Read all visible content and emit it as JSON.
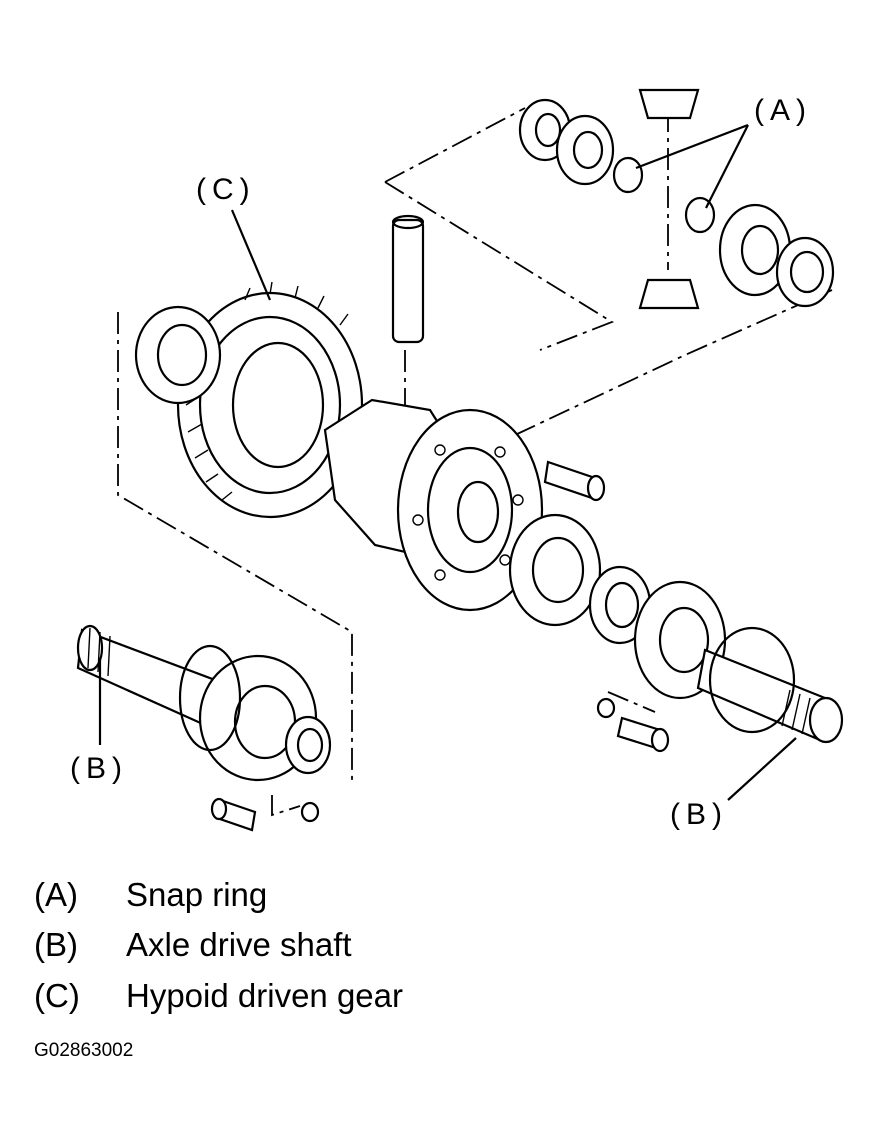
{
  "callouts": {
    "a": "(A)",
    "b_left": "(B)",
    "b_right": "(B)",
    "c": "(C)"
  },
  "legend": [
    {
      "code": "(A)",
      "text": "Snap ring"
    },
    {
      "code": "(B)",
      "text": "Axle drive shaft"
    },
    {
      "code": "(C)",
      "text": "Hypoid driven gear"
    }
  ],
  "figure_id": "G02863002"
}
